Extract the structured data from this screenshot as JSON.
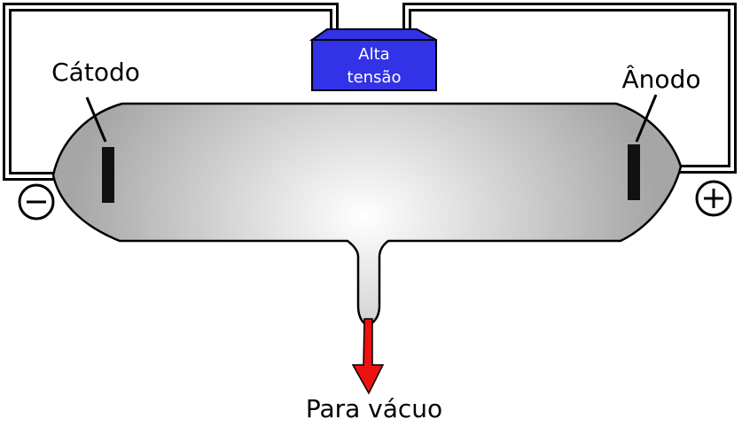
{
  "labels": {
    "cathode": "Cátodo",
    "anode": "Ânodo",
    "vacuum": "Para vácuo",
    "source_line1": "Alta",
    "source_line2": "tensão",
    "negative_sign": "−",
    "positive_sign": "+"
  },
  "colors": {
    "battery_fill": "#3232e6",
    "battery_text": "#ffffff",
    "tube_center": "#ffffff",
    "tube_edge": "#a6a6a6",
    "arrow": "#ee1111",
    "electrode": "#111111"
  },
  "icons": {
    "negative_terminal": "minus-circle-icon",
    "positive_terminal": "plus-circle-icon",
    "flow_arrow": "down-arrow-icon"
  }
}
